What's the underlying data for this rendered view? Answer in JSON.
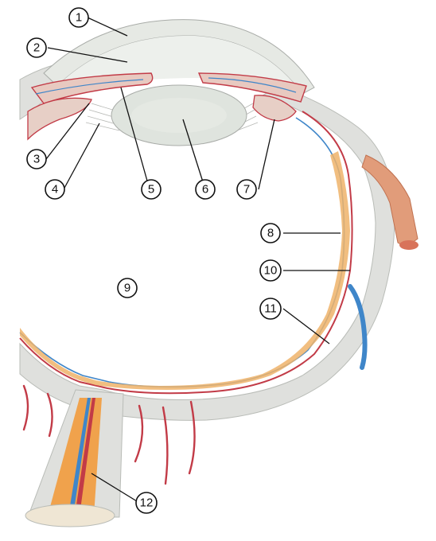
{
  "diagram": {
    "callouts": [
      "1",
      "2",
      "3",
      "4",
      "5",
      "6",
      "7",
      "8",
      "9",
      "10",
      "11",
      "12"
    ]
  },
  "colors": {
    "sclera": "#dfe0dd",
    "sclera_edge": "#b9bcb7",
    "cornea": "#e6e9e4",
    "lens": "#dfe4de",
    "choroid_red": "#c23b47",
    "vein_blue": "#3f86c9",
    "retina_orange": "#efb36a",
    "nerve_orange": "#f0a24c",
    "muscle": "#e19c7a"
  }
}
